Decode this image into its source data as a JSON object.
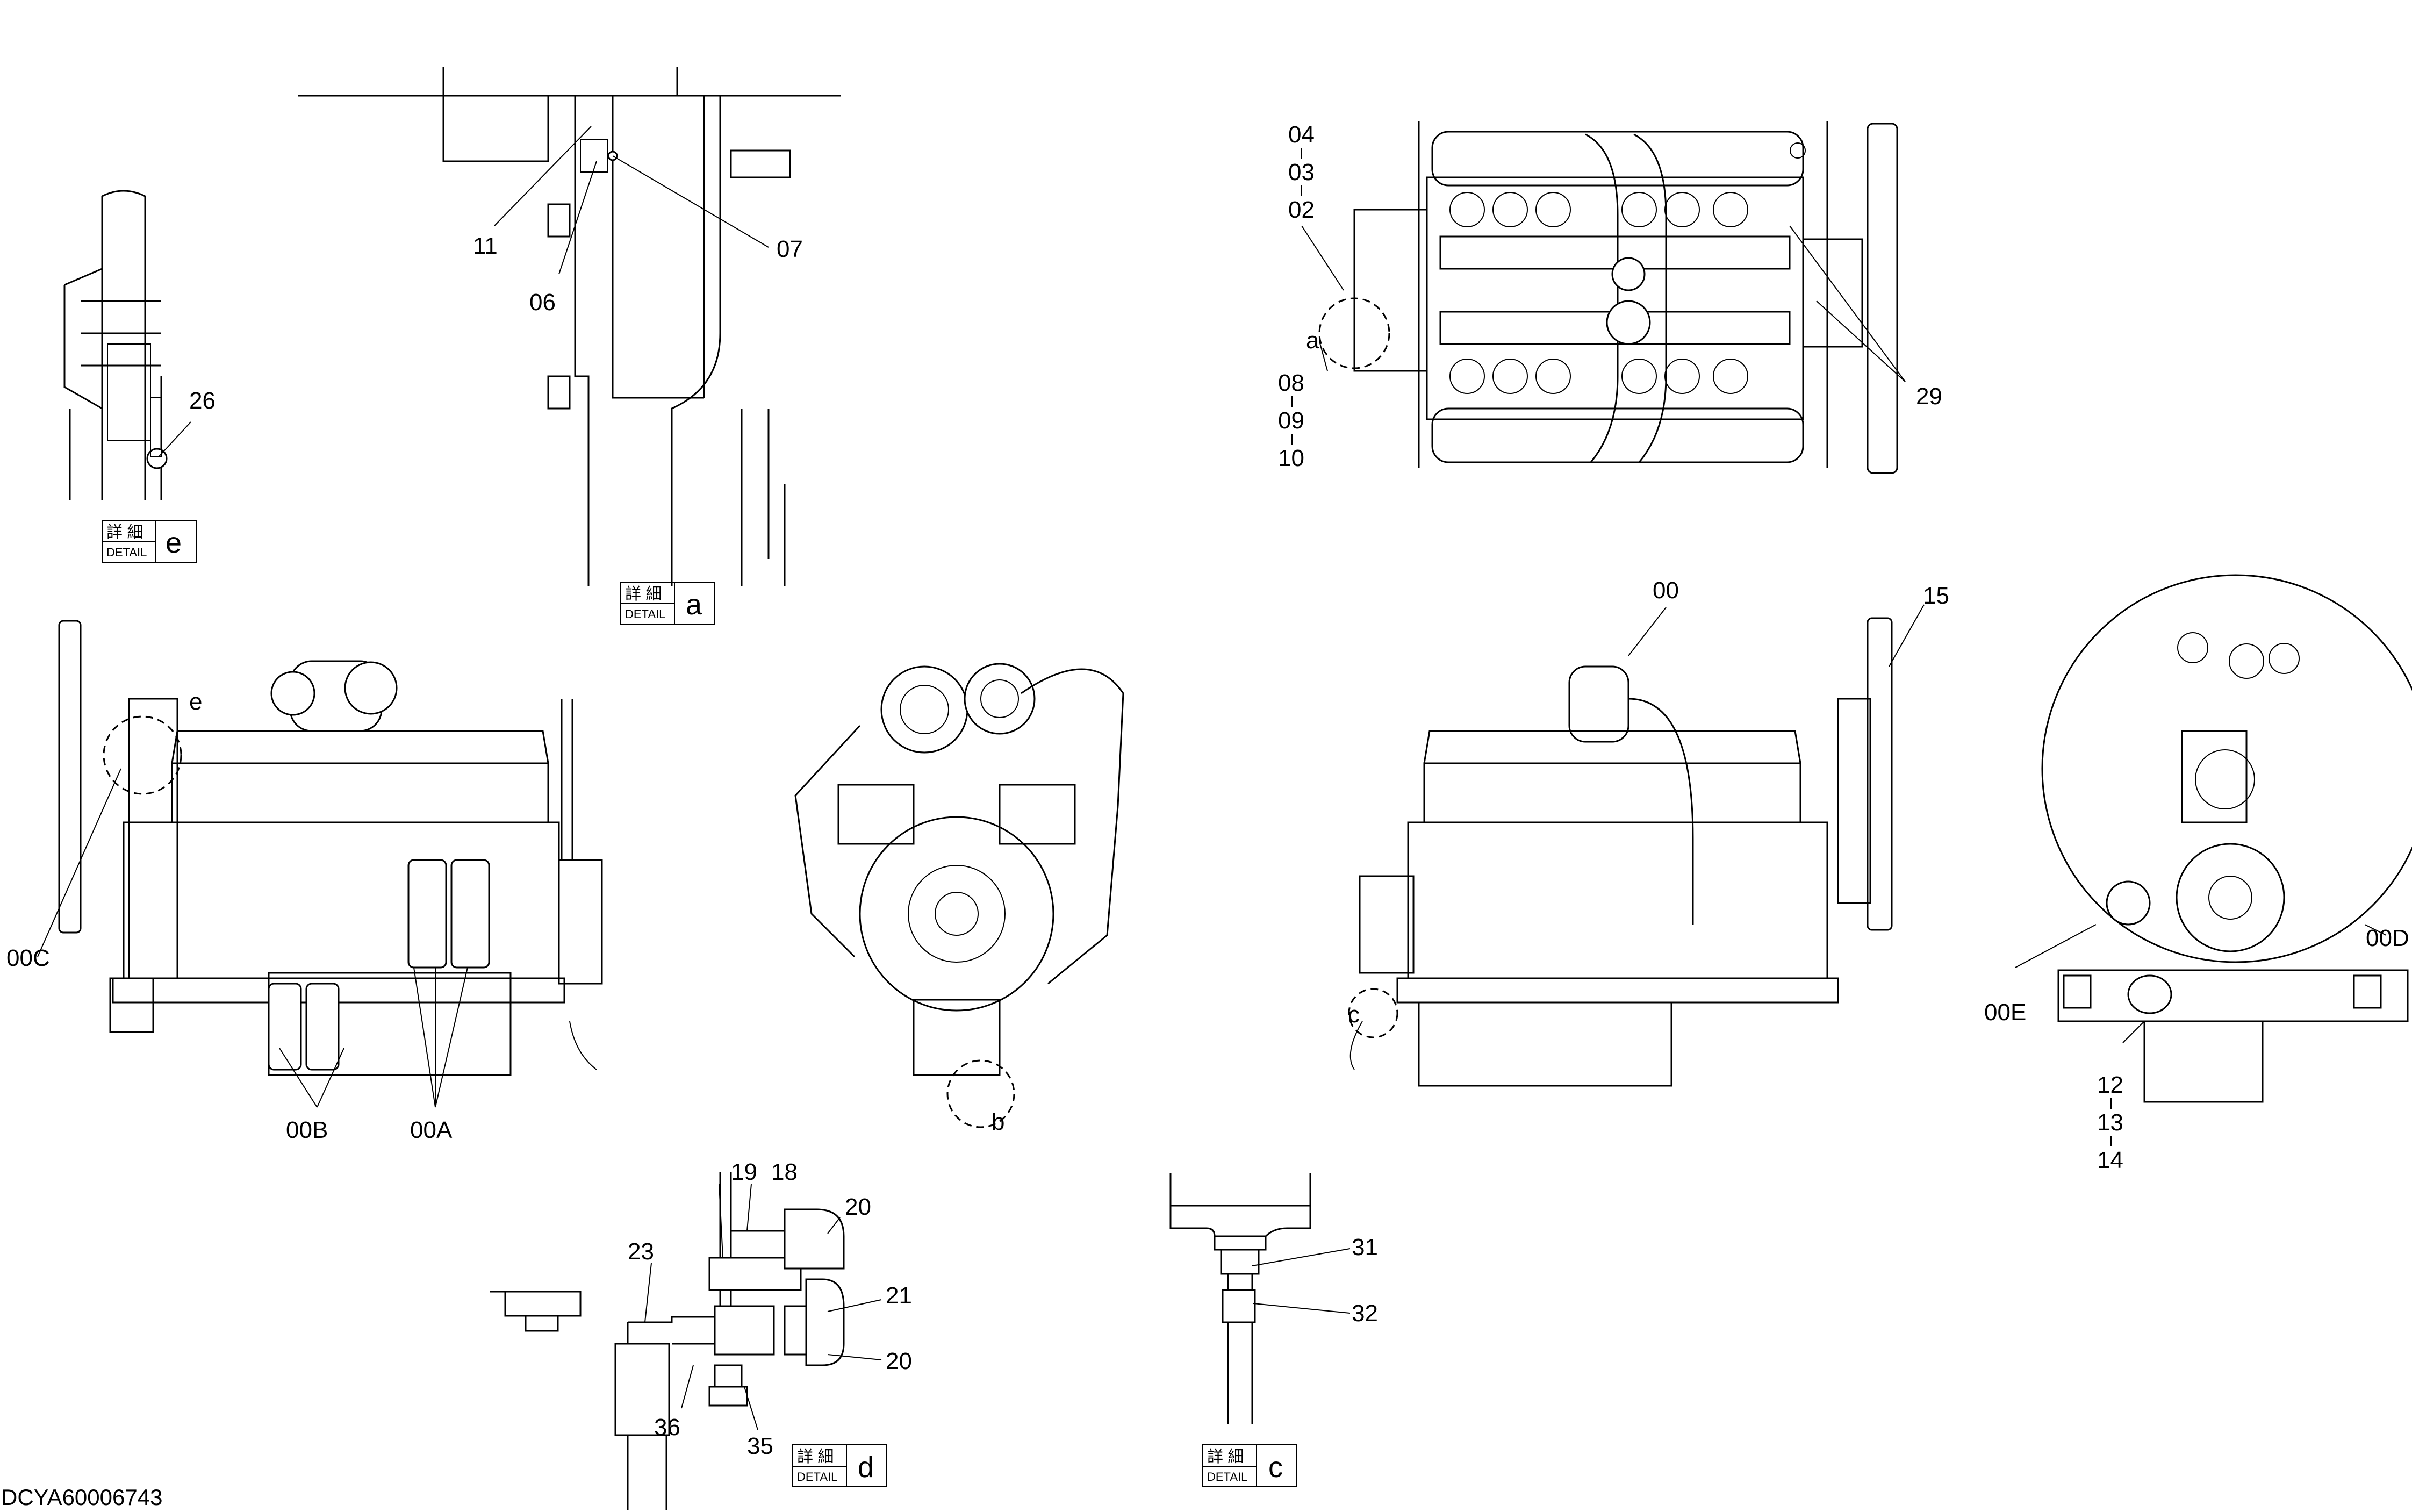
{
  "drawing_id": "DCYA60006743",
  "detail_box": {
    "kanji": "詳 細",
    "english": "DETAIL"
  },
  "detail_letters": {
    "e": "e",
    "a": "a",
    "d": "d",
    "c": "c"
  },
  "circle_refs": {
    "a": "a",
    "e": "e",
    "b": "b",
    "c": "c"
  },
  "callouts": {
    "c04": "04",
    "c03": "03",
    "c02": "02",
    "c08": "08",
    "c09": "09",
    "c10": "10",
    "c29": "29",
    "c11": "11",
    "c06": "06",
    "c07": "07",
    "c26": "26",
    "c00": "00",
    "c15": "15",
    "c00C": "00C",
    "c00B": "00B",
    "c00A": "00A",
    "c00E": "00E",
    "c00D": "00D",
    "c12": "12",
    "c13": "13",
    "c14": "14",
    "c19": "19",
    "c18": "18",
    "c20a": "20",
    "c21": "21",
    "c20b": "20",
    "c23": "23",
    "c36": "36",
    "c35": "35",
    "c31": "31",
    "c32": "32"
  }
}
